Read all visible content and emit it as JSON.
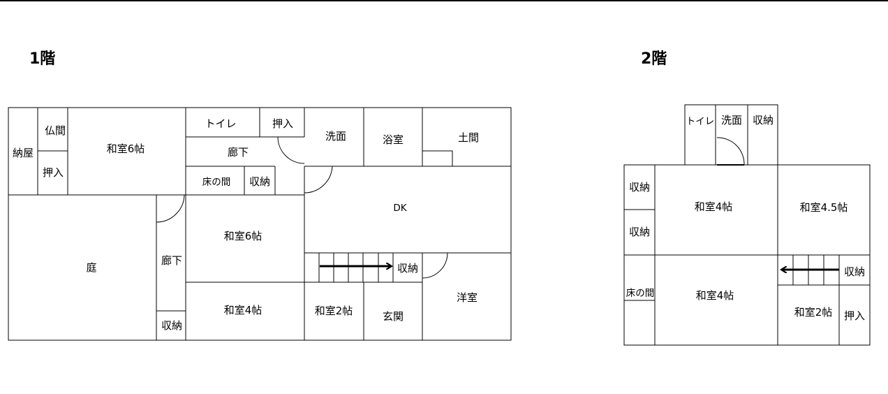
{
  "floor1": {
    "title": "1階",
    "rooms": {
      "nandoya": "納屋",
      "butsuma": "仏間",
      "oshiire_a": "押入",
      "washitsu6_a": "和室6帖",
      "toilet": "トイレ",
      "oshiire_b": "押入",
      "senmen": "洗面",
      "yokushitsu": "浴室",
      "doma": "土間",
      "rouka_a": "廊下",
      "tokonoma": "床の間",
      "shuno_a": "収納",
      "dk": "DK",
      "niwa": "庭",
      "rouka_b": "廊下",
      "washitsu6_b": "和室6帖",
      "shuno_b": "収納",
      "youshitsu": "洋室",
      "washitsu4": "和室4帖",
      "shuno_c": "収納",
      "washitsu2": "和室2帖",
      "genkan": "玄関"
    }
  },
  "floor2": {
    "title": "2階",
    "rooms": {
      "toilet": "トイレ",
      "senmen": "洗面",
      "shuno_a": "収納",
      "shuno_b": "収納",
      "washitsu4_a": "和室4帖",
      "washitsu45": "和室4.5帖",
      "shuno_c": "収納",
      "shuno_d": "収納",
      "tokonoma": "床の間",
      "washitsu4_b": "和室4帖",
      "washitsu2": "和室2帖",
      "oshiire": "押入"
    }
  }
}
